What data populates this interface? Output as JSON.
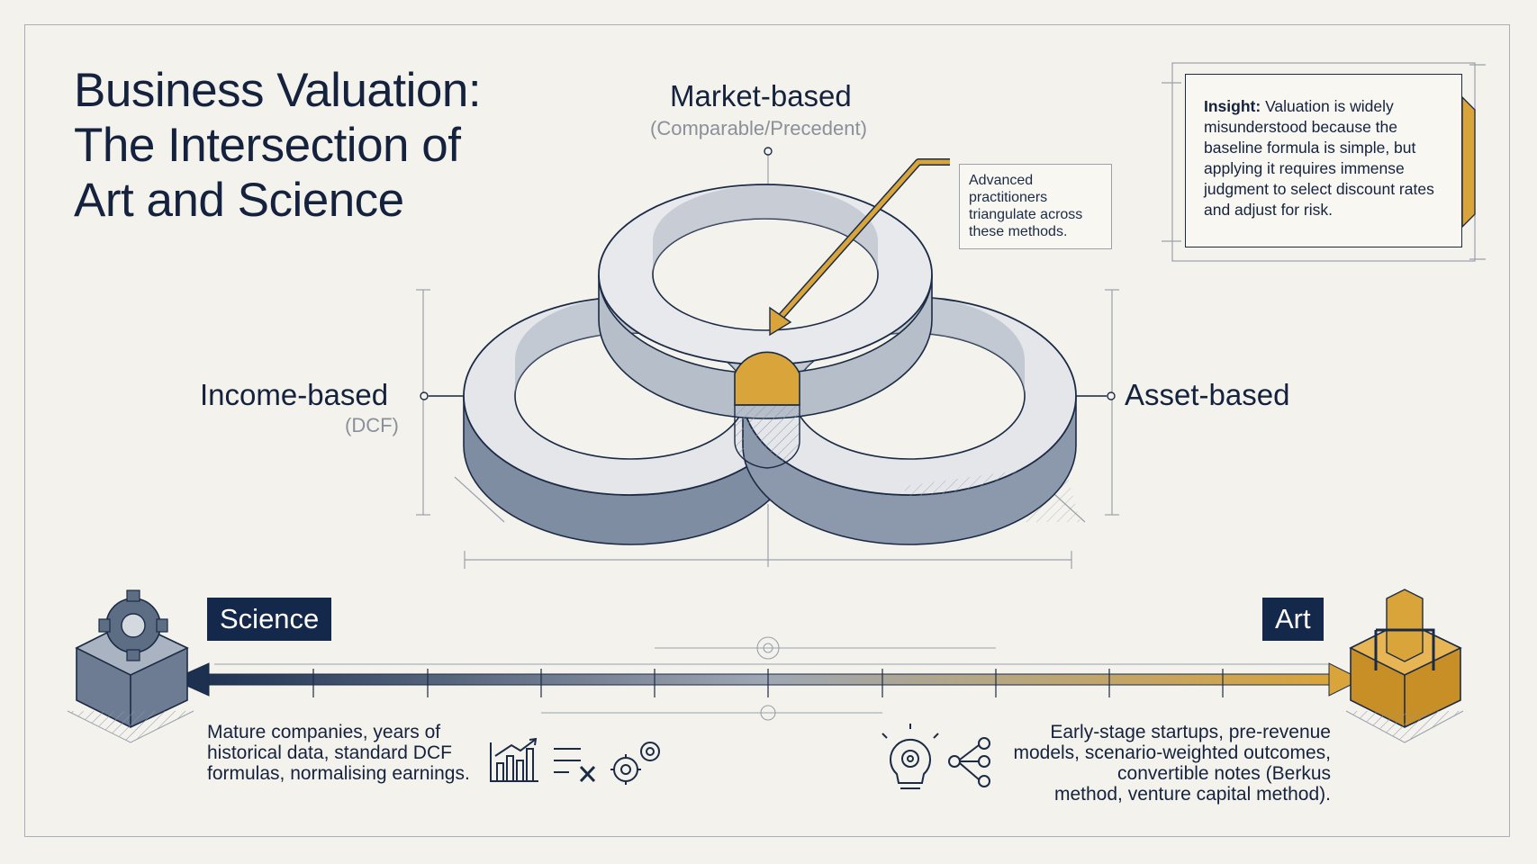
{
  "title": {
    "line1": "Business Valuation:",
    "line2": "The Intersection of",
    "line3": "Art and Science"
  },
  "methods": {
    "market": {
      "label": "Market-based",
      "sub": "(Comparable/Precedent)"
    },
    "income": {
      "label": "Income-based",
      "sub": "(DCF)"
    },
    "asset": {
      "label": "Asset-based"
    }
  },
  "callout_note": {
    "line1": "Advanced",
    "line2": "practitioners",
    "line3": "triangulate across",
    "line4": "these methods."
  },
  "insight": {
    "heading": "Insight:",
    "line1": "Valuation is widely",
    "line2": "misunderstood because the",
    "line3": "baseline formula is simple, but",
    "line4": "applying it requires immense",
    "line5": "judgment to select discount rates",
    "line6": "and adjust for risk."
  },
  "spectrum": {
    "left_label": "Science",
    "right_label": "Art",
    "left_desc": {
      "line1": "Mature companies, years of",
      "line2": "historical data, standard DCF",
      "line3": "formulas, normalising earnings."
    },
    "right_desc": {
      "line1": "Early-stage startups, pre-revenue",
      "line2": "models, scenario-weighted outcomes,",
      "line3": "convertible notes (Berkus",
      "line4": "method, venture capital method)."
    }
  },
  "icons": {
    "left": [
      "cube-gear-icon",
      "bar-chart-icon",
      "formula-icon",
      "gears-icon"
    ],
    "right": [
      "lightbulb-gear-icon",
      "network-icon",
      "cube-chair-icon"
    ]
  },
  "colors": {
    "navy": "#13284a",
    "steel": "#5d6d84",
    "gold": "#d9a43a",
    "paper": "#f3f2ec"
  }
}
